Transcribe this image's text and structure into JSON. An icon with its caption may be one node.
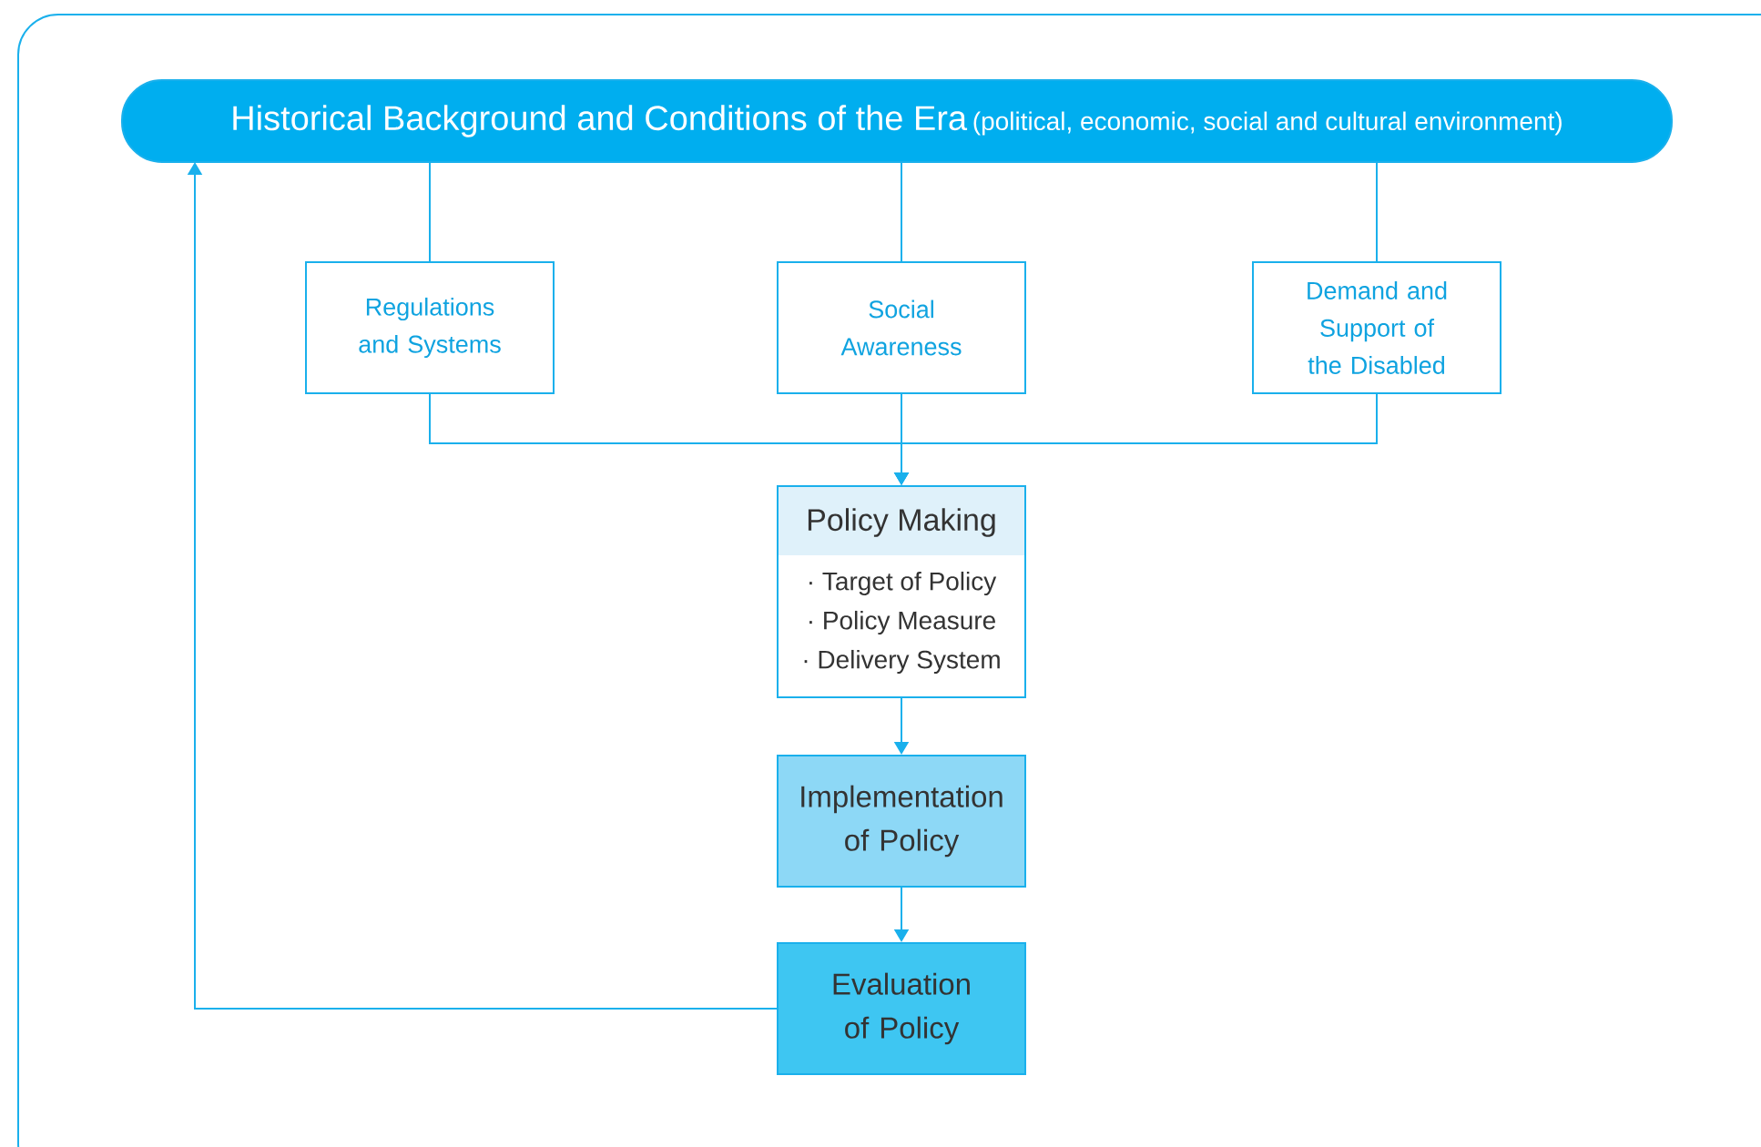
{
  "diagram": {
    "nodes": [
      {
        "text": [
          "Historical Background and Conditions of the Era",
          "(political, economic, social and cultural environment)"
        ]
      },
      {
        "text": [
          "Regulations and Systems"
        ]
      },
      {
        "text": [
          "Social Awareness"
        ]
      },
      {
        "text": [
          "Demand and Support of the Disabled"
        ]
      },
      {
        "text": [
          "Policy Making",
          "· Target of Policy",
          "· Policy Measure",
          "· Delivery System"
        ]
      },
      {
        "text": [
          "Implementation of Policy"
        ]
      },
      {
        "text": [
          "Evaluation of Policy"
        ]
      }
    ],
    "edges": [
      {
        "from": 0,
        "to": 1,
        "arrow": "none"
      },
      {
        "from": 0,
        "to": 2,
        "arrow": "none"
      },
      {
        "from": 0,
        "to": 3,
        "arrow": "none"
      },
      {
        "from": 1,
        "to": 4,
        "arrow": "to"
      },
      {
        "from": 2,
        "to": 4,
        "arrow": "to"
      },
      {
        "from": 3,
        "to": 4,
        "arrow": "to"
      },
      {
        "from": 4,
        "to": 5,
        "arrow": "to"
      },
      {
        "from": 5,
        "to": 6,
        "arrow": "to"
      },
      {
        "from": 6,
        "to": 0,
        "arrow": "to"
      }
    ]
  }
}
